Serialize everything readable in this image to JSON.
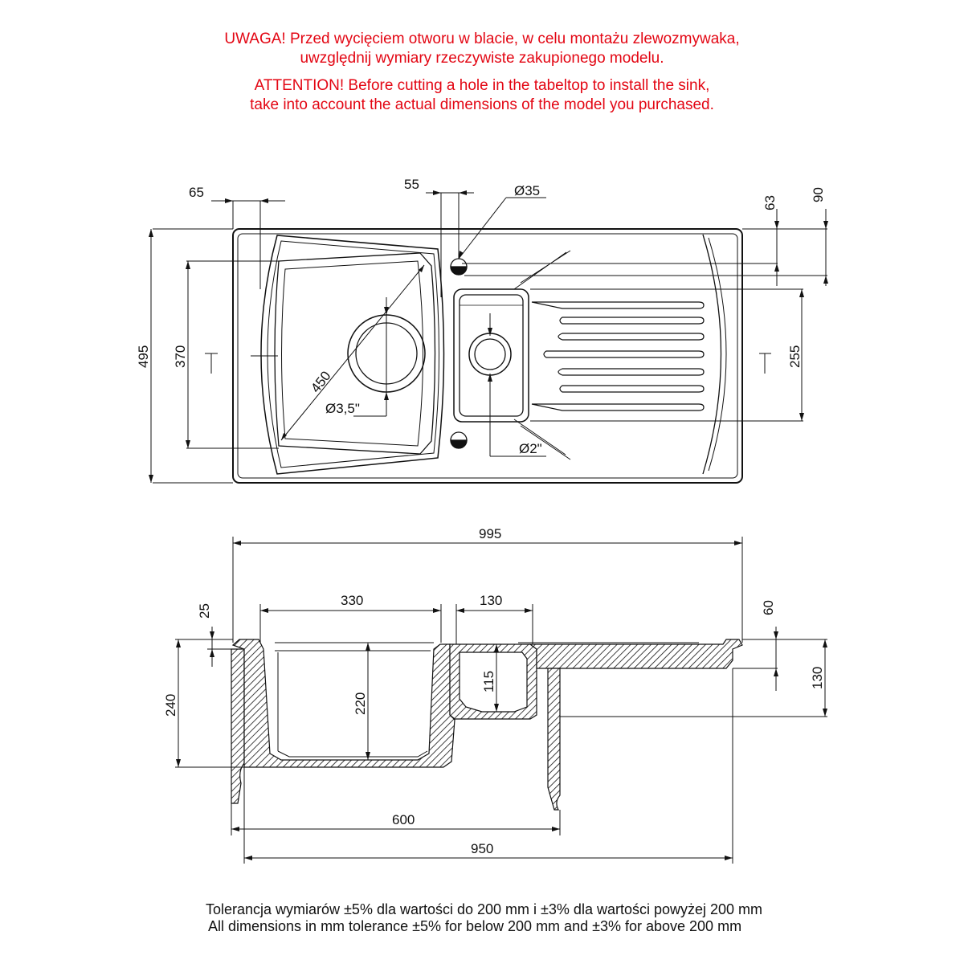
{
  "warning": {
    "pl_line1": "UWAGA! Przed wycięciem otworu w blacie, w celu montażu zlewozmywaka,",
    "pl_line2": "uwzględnij wymiary rzeczywiste zakupionego modelu.",
    "en_line1": "ATTENTION! Before cutting a hole in the tabeltop to install the sink,",
    "en_line2": "take into account the actual dimensions of the model you purchased."
  },
  "colors": {
    "warning": "#e30613",
    "line": "#111111"
  },
  "top_view": {
    "dim_65": "65",
    "dim_55": "55",
    "dim_d35": "Ø35",
    "dim_63": "63",
    "dim_90": "90",
    "dim_495": "495",
    "dim_370": "370",
    "dim_255": "255",
    "dim_450": "450",
    "dim_d35in": "Ø3,5\"",
    "dim_d2in": "Ø2\""
  },
  "section_view": {
    "dim_995": "995",
    "dim_330": "330",
    "dim_130w": "130",
    "dim_25": "25",
    "dim_60": "60",
    "dim_240": "240",
    "dim_220": "220",
    "dim_115": "115",
    "dim_130h": "130",
    "dim_600": "600",
    "dim_950": "950"
  },
  "tolerance": {
    "pl": "Tolerancja wymiarów ±5% dla wartości do 200 mm i ±3% dla wartości powyżej 200 mm",
    "en": "All dimensions in mm tolerance ±5% for below 200 mm and ±3% for above 200 mm"
  }
}
